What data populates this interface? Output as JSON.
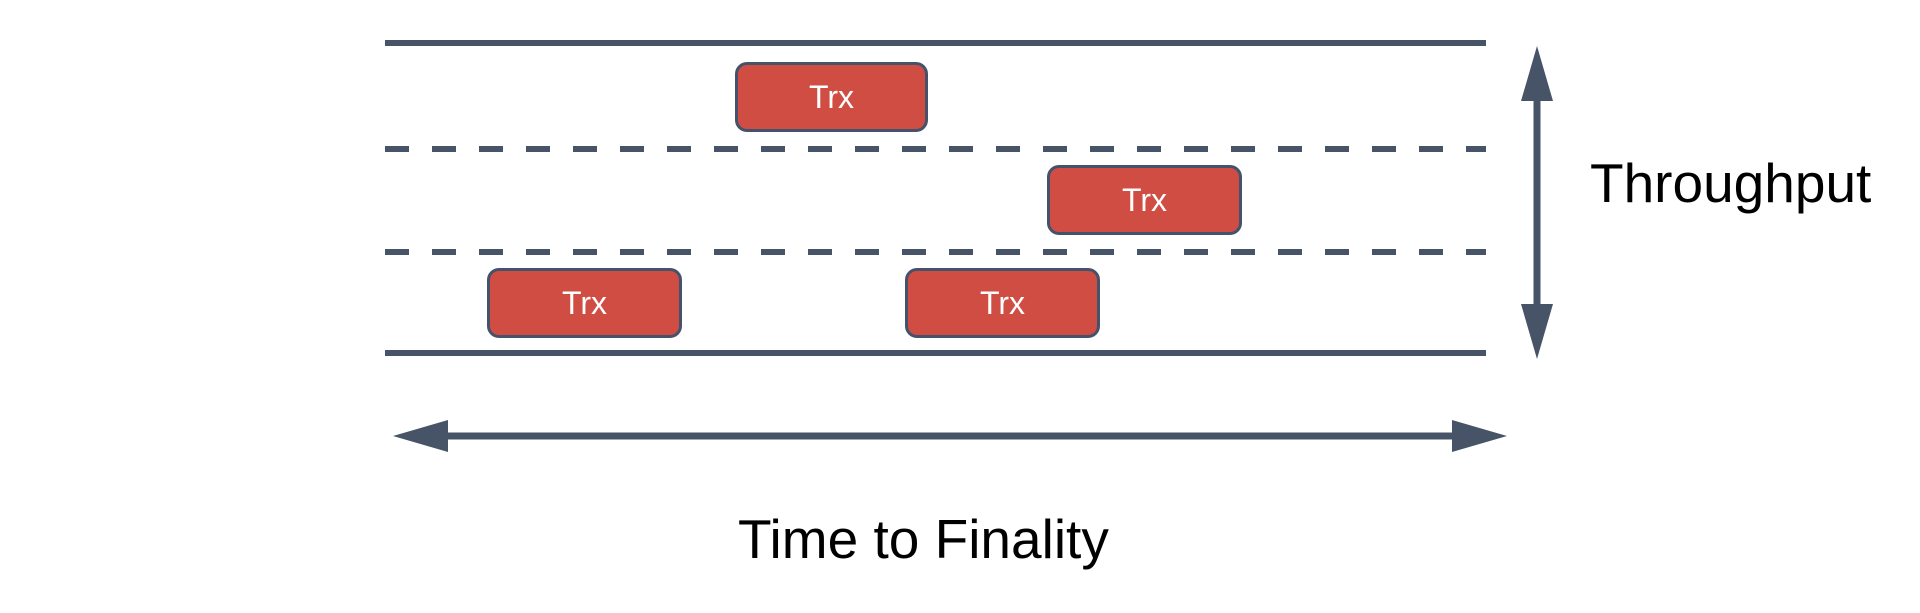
{
  "diagram": {
    "title_hint": "Blockchain throughput vs time-to-finality road diagram",
    "road": {
      "lane_count": 3,
      "edge_line_style": "solid",
      "lane_divider_style": "dashed",
      "color": "#475467"
    },
    "transactions": [
      {
        "label": "Trx",
        "lane": "top"
      },
      {
        "label": "Trx",
        "lane": "middle"
      },
      {
        "label": "Trx",
        "lane": "bottom"
      },
      {
        "label": "Trx",
        "lane": "bottom"
      }
    ],
    "trx_style": {
      "fill": "#D04D44",
      "border": "#44526B",
      "text_color": "#FFFFFF"
    },
    "vertical_axis": {
      "label": "Throughput",
      "icon": "double-headed-arrow-vertical"
    },
    "horizontal_axis": {
      "label": "Time to Finality",
      "icon": "double-headed-arrow-horizontal"
    },
    "label_color": "#000000",
    "background": "#FFFFFF"
  }
}
